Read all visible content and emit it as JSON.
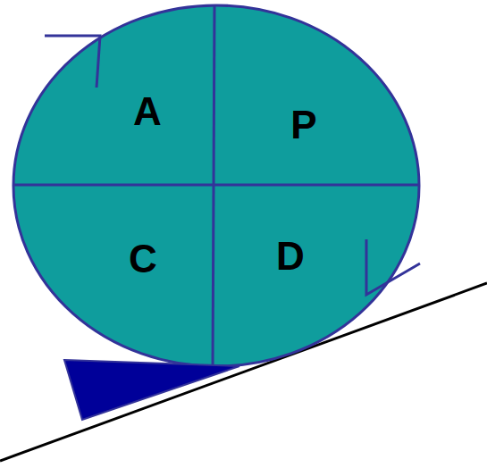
{
  "diagram": {
    "nodes": [
      {
        "text": [
          "A"
        ]
      },
      {
        "text": [
          "P"
        ]
      },
      {
        "text": [
          "C"
        ]
      },
      {
        "text": [
          "D"
        ]
      }
    ]
  }
}
